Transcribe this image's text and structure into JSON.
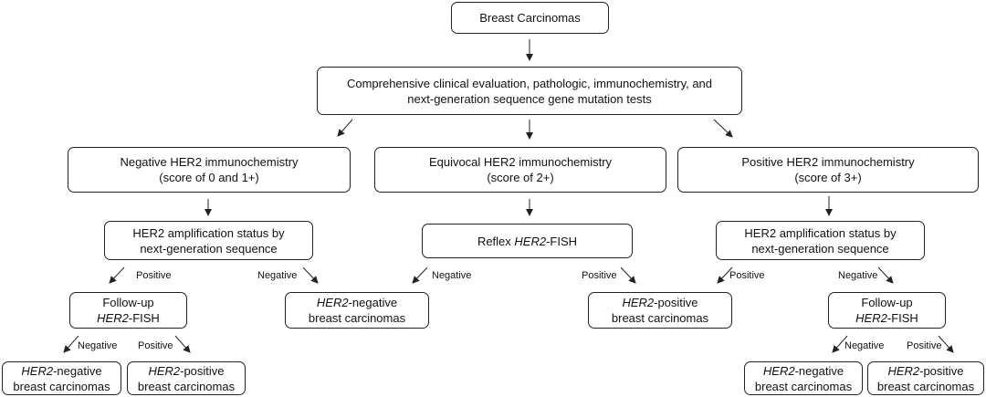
{
  "nodes": {
    "root": {
      "text": "Breast Carcinomas"
    },
    "eval": {
      "line1": "Comprehensive clinical evaluation, pathologic, immunochemistry, and",
      "line2": "next-generation sequence gene mutation tests"
    },
    "neg_ihc": {
      "line1": "Negative HER2 immunochemistry",
      "line2": "(score of 0 and 1+)"
    },
    "equiv_ihc": {
      "line1": "Equivocal HER2 immunochemistry",
      "line2": "(score of 2+)"
    },
    "pos_ihc": {
      "line1": "Positive HER2 immunochemistry",
      "line2": "(score of 3+)"
    },
    "ngs_left": {
      "line1": "HER2 amplification status by",
      "line2": "next-generation sequence"
    },
    "reflex_fish": {
      "prefix": "Reflex ",
      "gene": "HER2",
      "suffix": "-FISH"
    },
    "ngs_right": {
      "line1": "HER2 amplification status by",
      "line2": "next-generation sequence"
    },
    "followup_left": {
      "line1": "Follow-up",
      "gene": "HER2",
      "suffix": "-FISH"
    },
    "neg_mid": {
      "gene": "HER2",
      "suffix": "-negative",
      "line2": "breast carcinomas"
    },
    "pos_mid": {
      "gene": "HER2",
      "suffix": "-positive",
      "line2": "breast carcinomas"
    },
    "followup_right": {
      "line1": "Follow-up",
      "gene": "HER2",
      "suffix": "-FISH"
    },
    "ll_neg": {
      "gene": "HER2",
      "suffix": "-negative",
      "line2": "breast carcinomas"
    },
    "ll_pos": {
      "gene": "HER2",
      "suffix": "-positive",
      "line2": "breast carcinomas"
    },
    "rr_neg": {
      "gene": "HER2",
      "suffix": "-negative",
      "line2": "breast carcinomas"
    },
    "rr_pos": {
      "gene": "HER2",
      "suffix": "-positive",
      "line2": "breast carcinomas"
    }
  },
  "edge_labels": {
    "positive": "Positive",
    "negative": "Negative"
  }
}
